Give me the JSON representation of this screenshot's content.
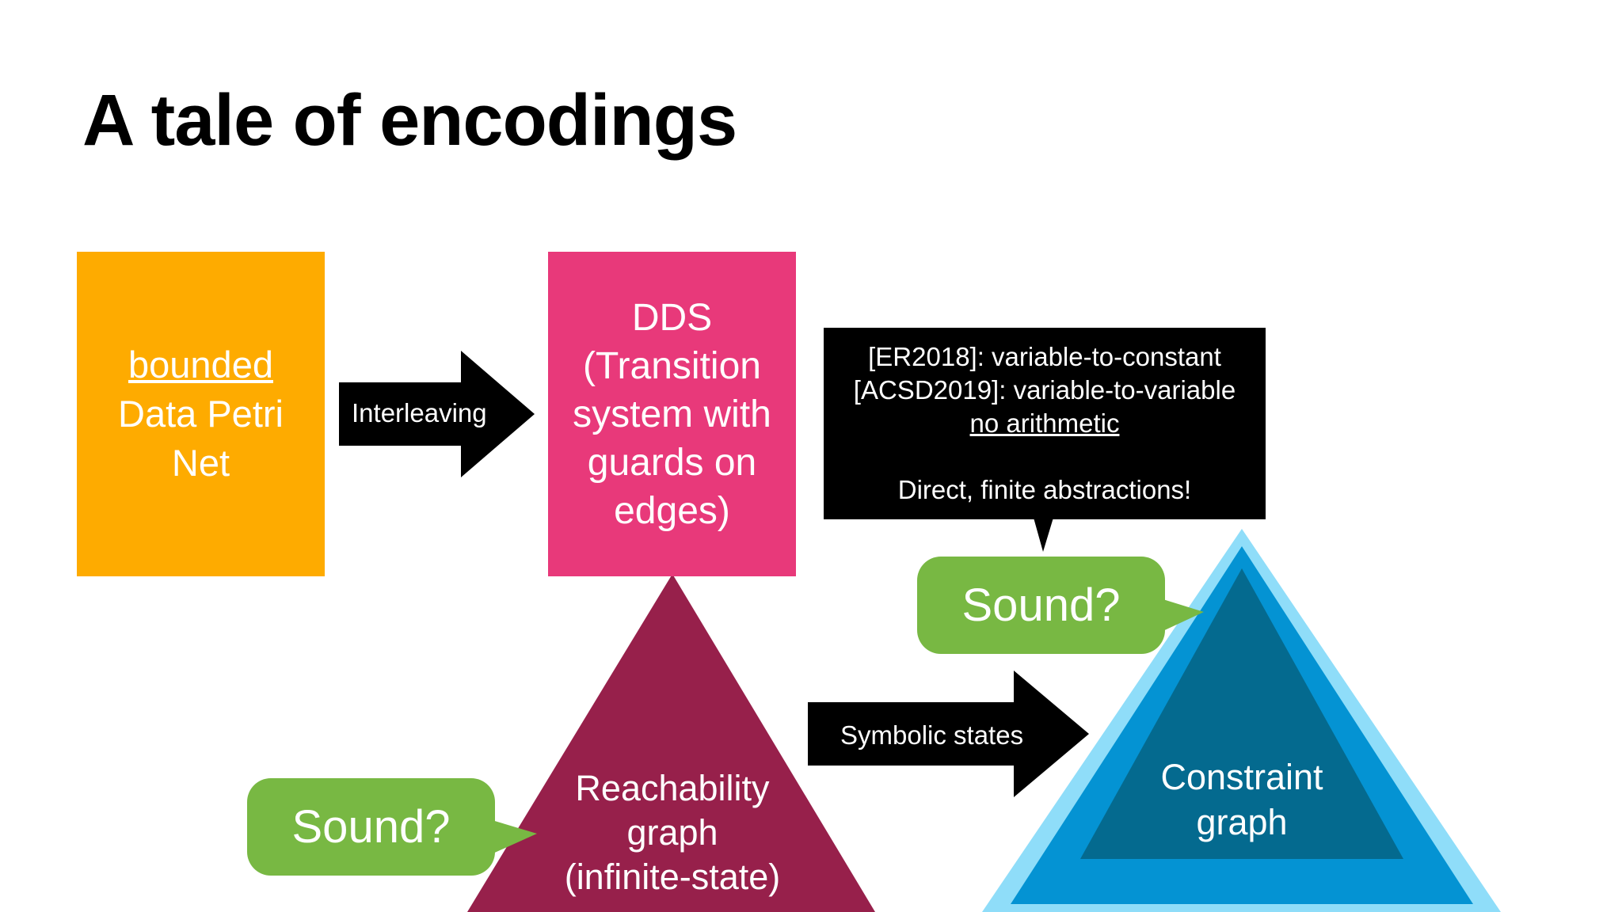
{
  "slide": {
    "title": "A tale of encodings"
  },
  "orange_box": {
    "line1": "bounded",
    "line2": "Data Petri",
    "line3": "Net",
    "color": "#FEAB00"
  },
  "interleaving_arrow": {
    "label": "Interleaving"
  },
  "pink_box": {
    "line1": "DDS",
    "line2": "(Transition",
    "line3": "system with",
    "line4": "guards on",
    "line5": "edges)",
    "color": "#E8397A"
  },
  "note": {
    "line1": "[ER2018]: variable-to-constant",
    "line2": "[ACSD2019]: variable-to-variable",
    "line3": "no arithmetic",
    "line4": "Direct, finite abstractions!"
  },
  "sound_top": {
    "text": "Sound?",
    "color": "#78B843"
  },
  "sound_bottom": {
    "text": "Sound?"
  },
  "reachability_triangle": {
    "line1": "Reachability",
    "line2": "graph",
    "line3": "(infinite-state)",
    "color": "#97204B"
  },
  "symbolic_arrow": {
    "label": "Symbolic states"
  },
  "constraint_triangle": {
    "line1": "Constraint",
    "line2": "graph",
    "outer_color": "#8FDDF9",
    "middle_color": "#0493D3",
    "inner_color": "#046A8F"
  }
}
